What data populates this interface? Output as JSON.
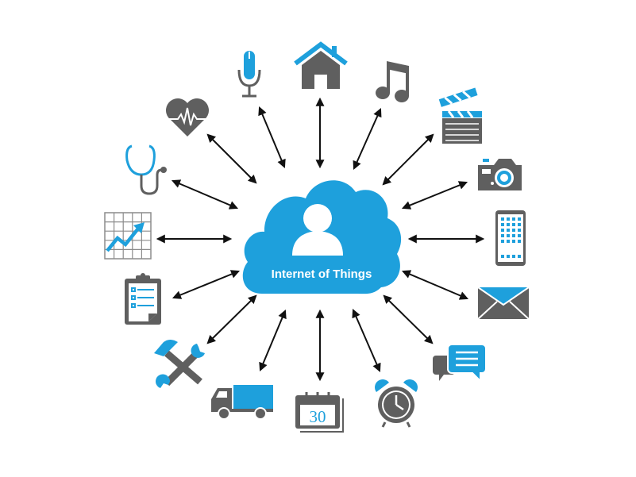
{
  "diagram": {
    "title": "Internet of Things",
    "colors": {
      "blue": "#1ea0dc",
      "gray": "#5f5f5f",
      "arrow": "#111111",
      "background": "#ffffff"
    },
    "center": {
      "label": "Internet of Things",
      "icon": "person-in-cloud-icon"
    },
    "nodes": [
      {
        "id": "microphone",
        "icon": "microphone-icon",
        "label": "Microphone"
      },
      {
        "id": "home",
        "icon": "house-icon",
        "label": "Home"
      },
      {
        "id": "music",
        "icon": "music-note-icon",
        "label": "Music"
      },
      {
        "id": "video",
        "icon": "clapperboard-icon",
        "label": "Video"
      },
      {
        "id": "camera",
        "icon": "camera-icon",
        "label": "Camera"
      },
      {
        "id": "phone",
        "icon": "smartphone-icon",
        "label": "Smartphone"
      },
      {
        "id": "mail",
        "icon": "envelope-icon",
        "label": "Mail"
      },
      {
        "id": "chat",
        "icon": "chat-bubbles-icon",
        "label": "Chat"
      },
      {
        "id": "alarm",
        "icon": "alarm-clock-icon",
        "label": "Alarm clock"
      },
      {
        "id": "calendar",
        "icon": "calendar-icon",
        "label": "Calendar",
        "value": "30"
      },
      {
        "id": "truck",
        "icon": "delivery-truck-icon",
        "label": "Delivery truck"
      },
      {
        "id": "tools",
        "icon": "hammer-wrench-icon",
        "label": "Tools"
      },
      {
        "id": "clipboard",
        "icon": "clipboard-checklist-icon",
        "label": "Checklist"
      },
      {
        "id": "chart",
        "icon": "growth-chart-icon",
        "label": "Growth chart"
      },
      {
        "id": "stethoscope",
        "icon": "stethoscope-icon",
        "label": "Stethoscope"
      },
      {
        "id": "heart",
        "icon": "heartbeat-icon",
        "label": "Heart rate"
      }
    ]
  }
}
